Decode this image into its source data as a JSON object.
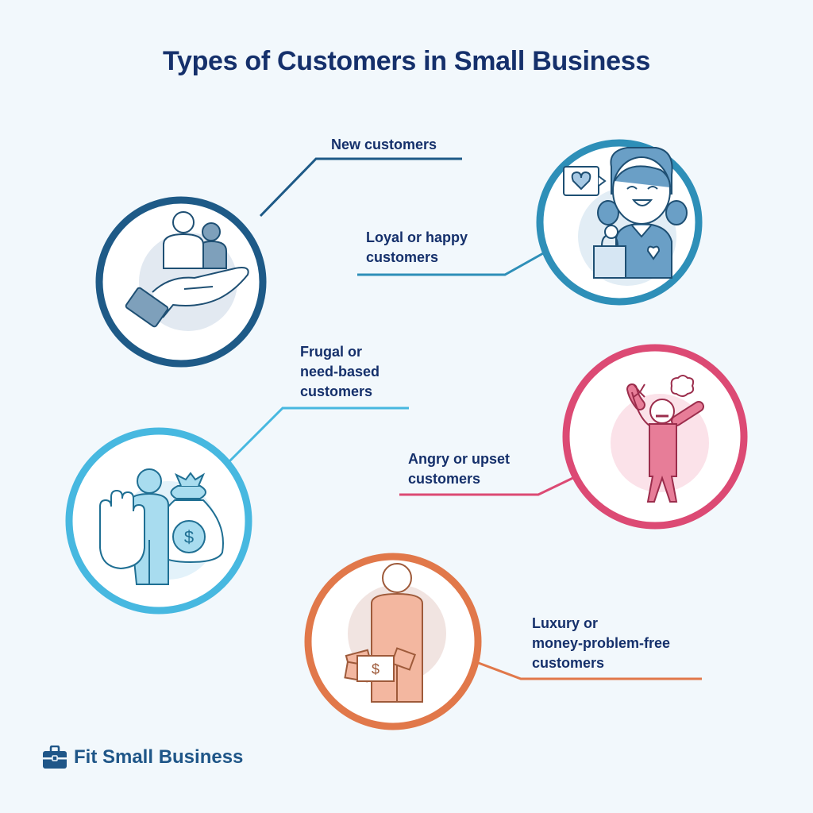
{
  "title": "Types of Customers in Small Business",
  "categories": [
    {
      "lines": [
        "New customers"
      ],
      "color": "#1e5a87",
      "icon": "hand-holding-people-icon"
    },
    {
      "lines": [
        "Loyal or happy",
        "customers"
      ],
      "color": "#2e8fb8",
      "icon": "happy-woman-icon"
    },
    {
      "lines": [
        "Frugal or",
        "need-based",
        "customers"
      ],
      "color": "#47b8e0",
      "icon": "stop-hand-money-bag-icon"
    },
    {
      "lines": [
        "Angry or upset",
        "customers"
      ],
      "color": "#dc4a74",
      "icon": "angry-person-icon"
    },
    {
      "lines": [
        "Luxury or",
        "money-problem-free",
        "customers"
      ],
      "color": "#e1784a",
      "icon": "person-hiding-money-icon"
    }
  ],
  "brand": {
    "name": "Fit Small Business",
    "icon": "briefcase-icon",
    "color": "#1f5688"
  }
}
